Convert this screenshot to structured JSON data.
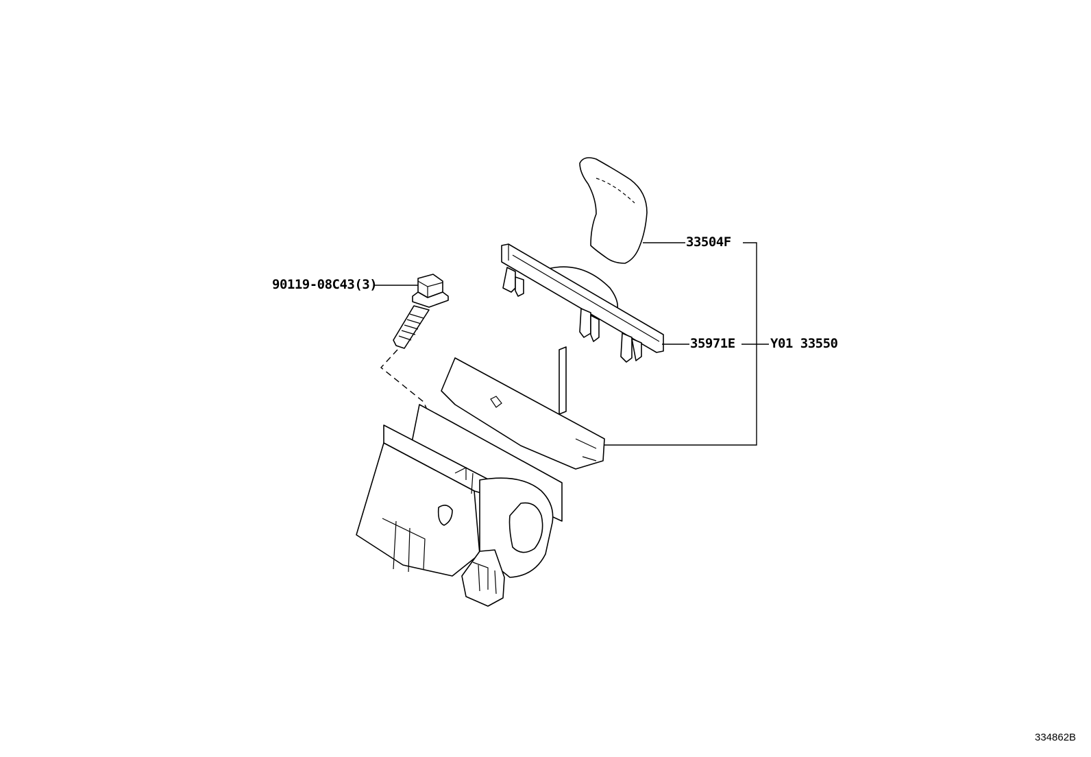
{
  "parts": {
    "knob": "33504F",
    "plate": "35971E",
    "assembly": "Y01 33550",
    "bolt": "90119-08C43(3)"
  },
  "figure_ref": "334862B"
}
